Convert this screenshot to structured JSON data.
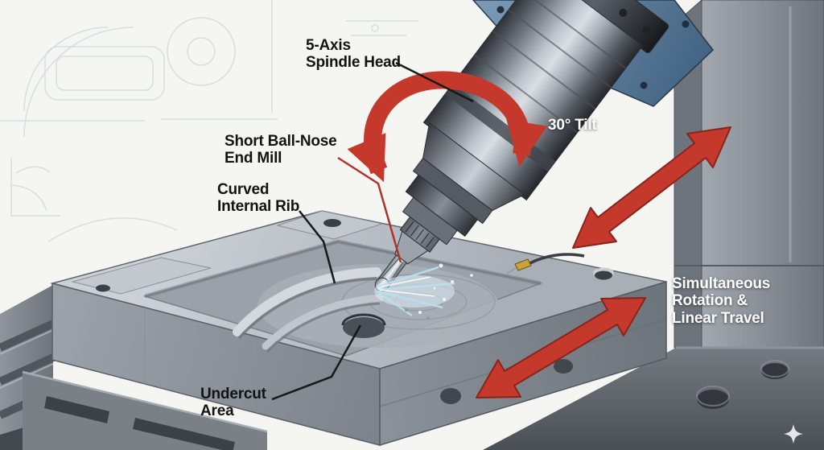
{
  "labels": {
    "spindle_head": "5-Axis\nSpindle Head",
    "tilt": "30° Tilt",
    "end_mill": "Short Ball-Nose\nEnd Mill",
    "internal_rib": "Curved\nInternal Rib",
    "undercut": "Undercut\nArea",
    "motion": "Simultaneous\nRotation &\nLinear Travel"
  },
  "colors": {
    "arrow_red": "#c4392c",
    "arrow_outline": "#8a241b",
    "machine_blue": "#5d7ea0",
    "steel_light": "#c6cbd1",
    "steel_mid": "#8f959d",
    "steel_dark": "#3a3f45",
    "coolant_blue": "#bfe3f2",
    "background": "#f5f5f2",
    "label_dark": "#131313",
    "label_light": "#ffffff"
  },
  "icons": {
    "bottom_right": "sparkle-icon"
  }
}
